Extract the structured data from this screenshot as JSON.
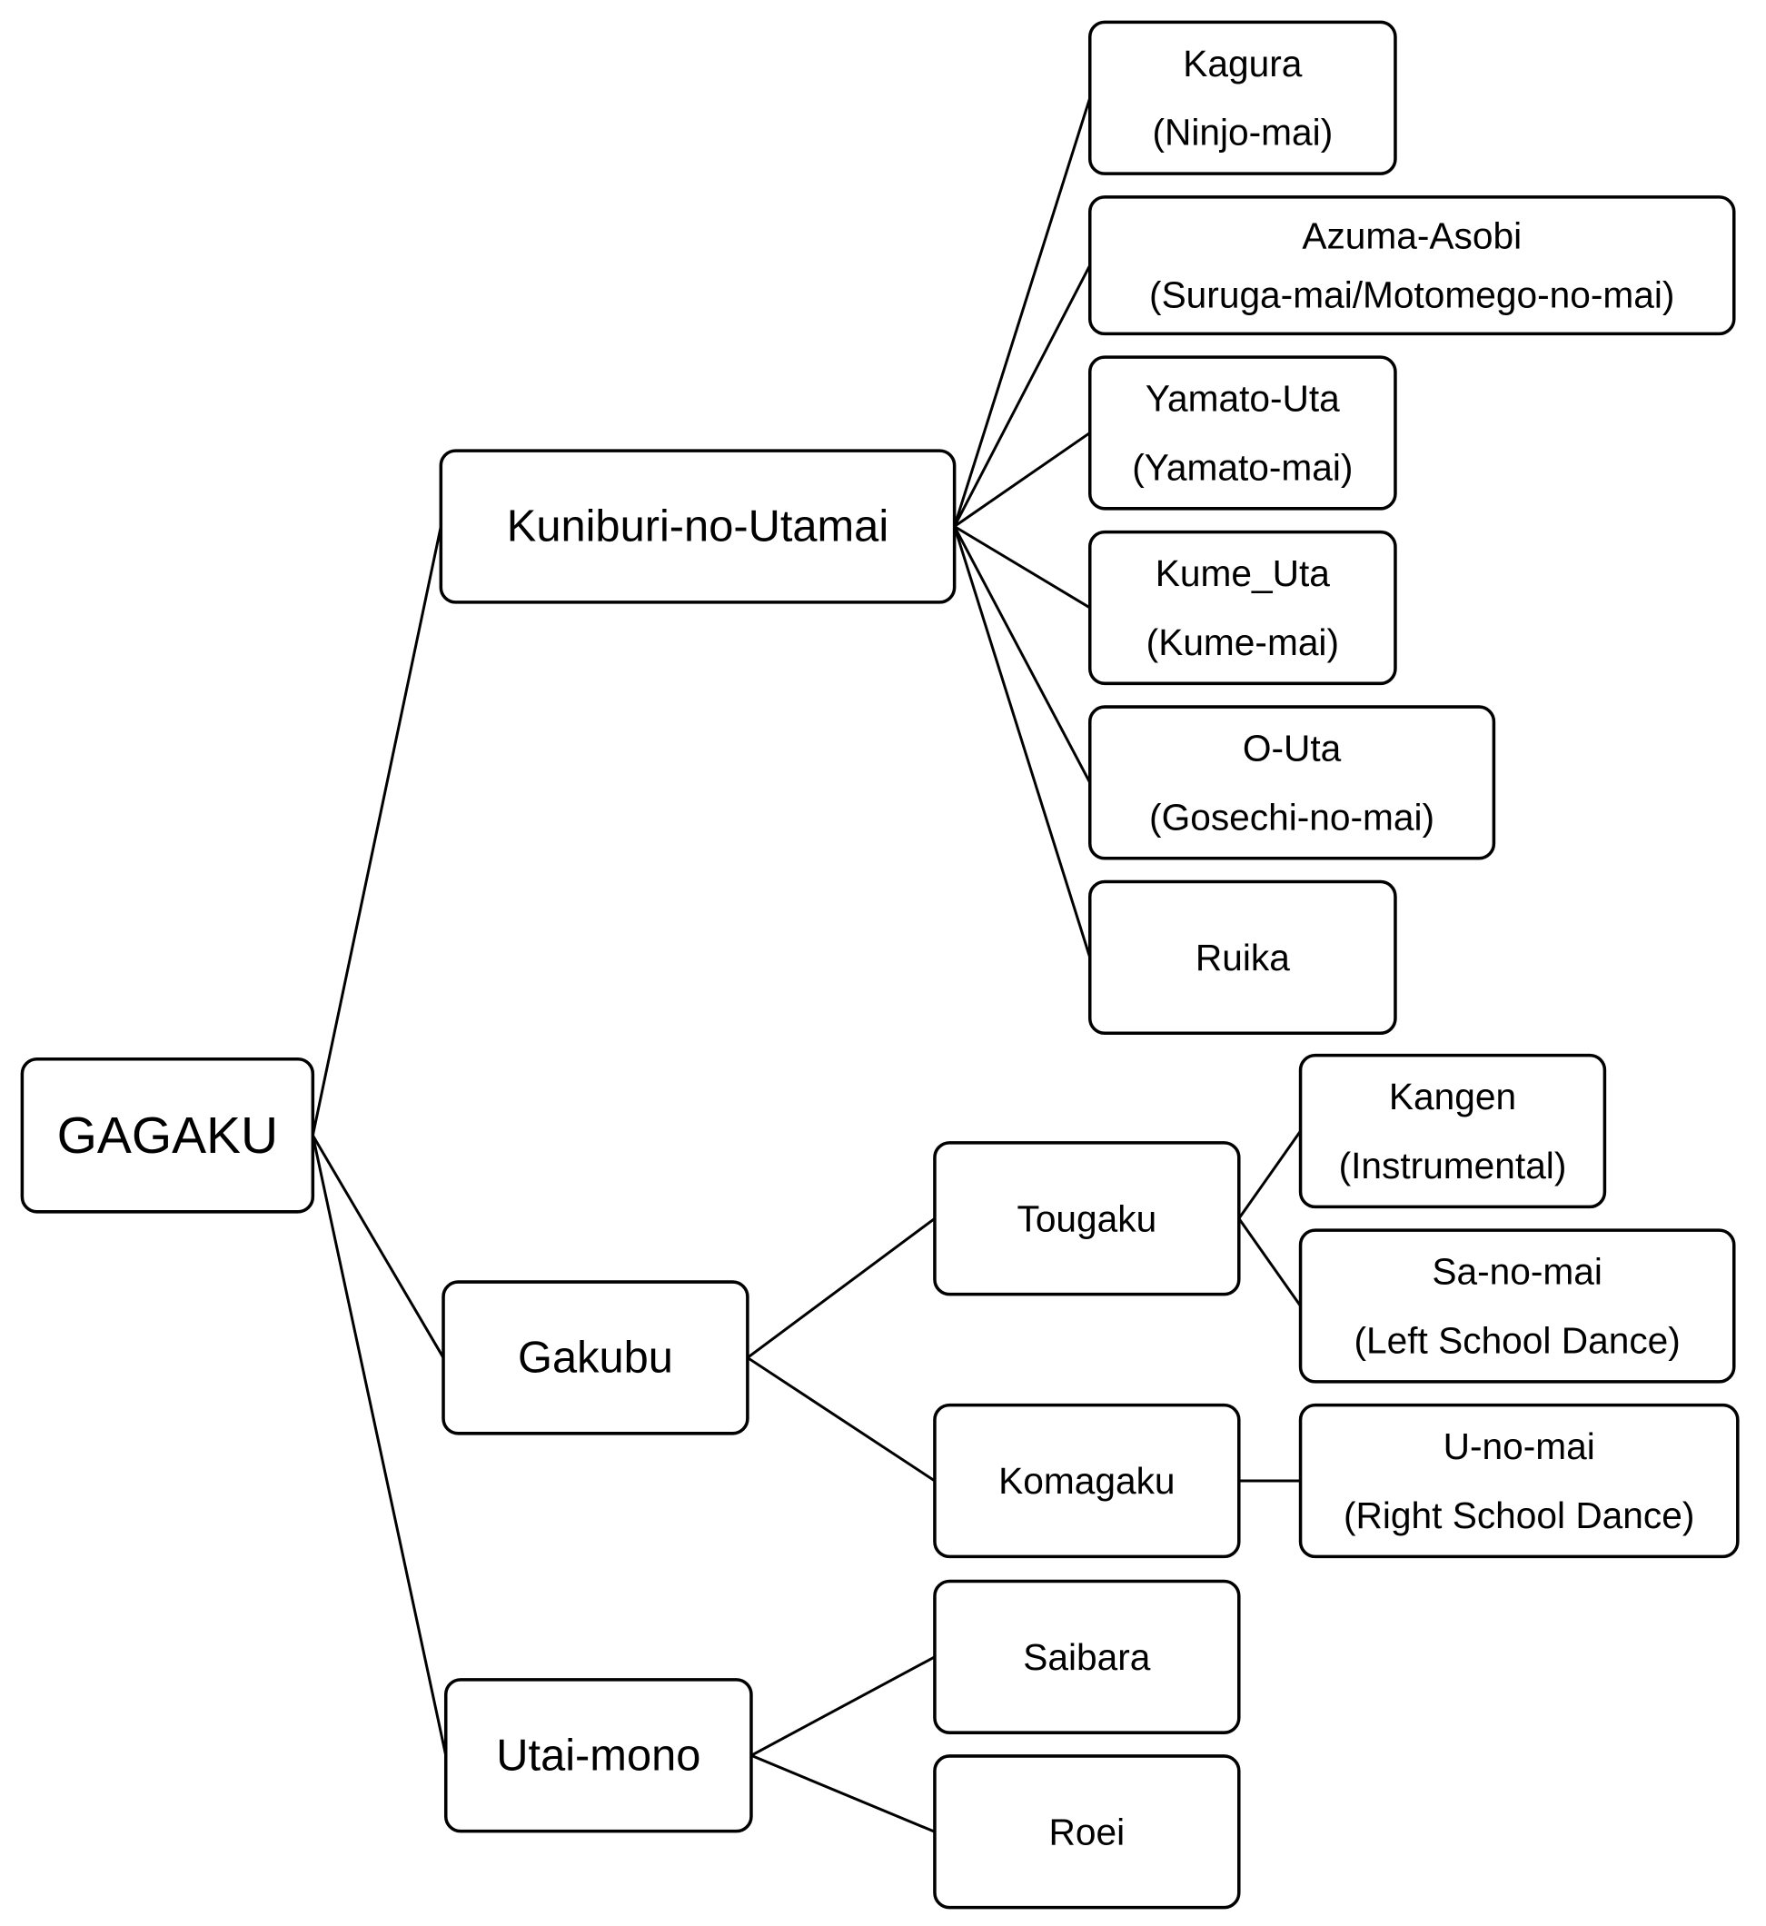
{
  "title": "GAGAKU",
  "nodes": {
    "gagaku": {
      "lines": [
        "GAGAKU"
      ]
    },
    "kuniburi": {
      "lines": [
        "Kuniburi-no-Utamai"
      ]
    },
    "gakubu": {
      "lines": [
        "Gakubu"
      ]
    },
    "utaimono": {
      "lines": [
        "Utai-mono"
      ]
    },
    "kagura": {
      "lines": [
        "Kagura",
        "(Ninjo-mai)"
      ]
    },
    "azuma": {
      "lines": [
        "Azuma-Asobi",
        "(Suruga-mai/Motomego-no-mai)"
      ]
    },
    "yamato": {
      "lines": [
        "Yamato-Uta",
        "(Yamato-mai)"
      ]
    },
    "kume": {
      "lines": [
        "Kume_Uta",
        "(Kume-mai)"
      ]
    },
    "outa": {
      "lines": [
        "O-Uta",
        "(Gosechi-no-mai)"
      ]
    },
    "ruika": {
      "lines": [
        "Ruika"
      ]
    },
    "tougaku": {
      "lines": [
        "Tougaku"
      ]
    },
    "komagaku": {
      "lines": [
        "Komagaku"
      ]
    },
    "kangen": {
      "lines": [
        "Kangen",
        "(Instrumental)"
      ]
    },
    "sanomai": {
      "lines": [
        "Sa-no-mai",
        "(Left School Dance)"
      ]
    },
    "unomai": {
      "lines": [
        "U-no-mai",
        "(Right School Dance)"
      ]
    },
    "saibara": {
      "lines": [
        "Saibara"
      ]
    },
    "roei": {
      "lines": [
        "Roei"
      ]
    }
  },
  "edges": [
    [
      "gagaku",
      "kuniburi"
    ],
    [
      "gagaku",
      "gakubu"
    ],
    [
      "gagaku",
      "utaimono"
    ],
    [
      "kuniburi",
      "kagura"
    ],
    [
      "kuniburi",
      "azuma"
    ],
    [
      "kuniburi",
      "yamato"
    ],
    [
      "kuniburi",
      "kume"
    ],
    [
      "kuniburi",
      "outa"
    ],
    [
      "kuniburi",
      "ruika"
    ],
    [
      "gakubu",
      "tougaku"
    ],
    [
      "gakubu",
      "komagaku"
    ],
    [
      "tougaku",
      "kangen"
    ],
    [
      "tougaku",
      "sanomai"
    ],
    [
      "komagaku",
      "unomai"
    ],
    [
      "utaimono",
      "saibara"
    ],
    [
      "utaimono",
      "roei"
    ]
  ]
}
